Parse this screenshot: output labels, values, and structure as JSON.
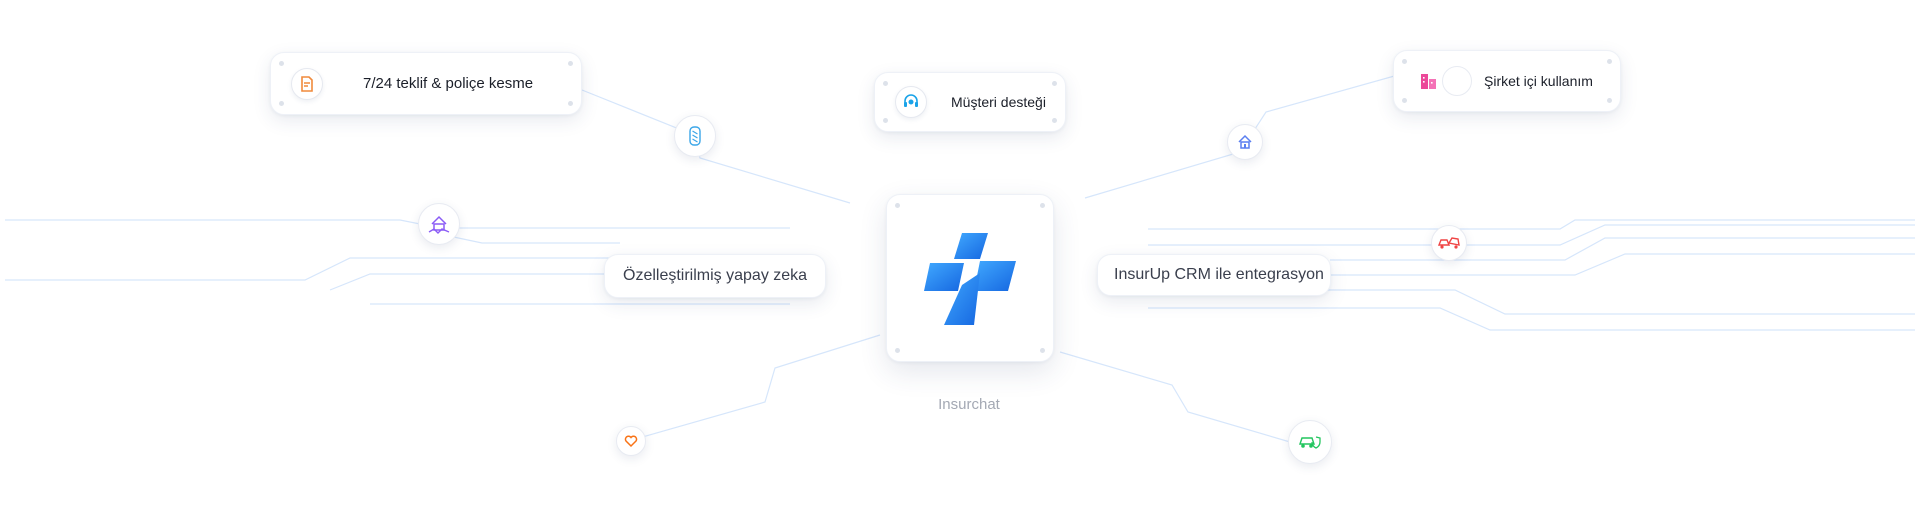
{
  "brand": {
    "name": "Insurchat",
    "accent": "#1d7df0"
  },
  "features": {
    "quote": "7/24 teklif & poliçe kesme",
    "support": "Müşteri desteği",
    "internal": "Şirket içi kullanım",
    "ai": "Özelleştirilmiş yapay zeka",
    "crm": "InsurUp CRM ile entegrasyon"
  },
  "icons": {
    "quote": {
      "name": "document-icon",
      "color": "#f08a3c"
    },
    "support": {
      "name": "headset-icon",
      "color": "#1aa3e8"
    },
    "internal": {
      "name": "buildings-icon",
      "color": "#ec4899"
    },
    "traffic": {
      "name": "traffic-light-icon",
      "color": "#3aa6e8"
    },
    "home": {
      "name": "house-icon",
      "color": "#5b7ff0"
    },
    "earthquake": {
      "name": "earthquake-house-icon",
      "color": "#8b5cf6"
    },
    "car_crash": {
      "name": "car-crash-icon",
      "color": "#ef4444"
    },
    "health": {
      "name": "heart-hand-icon",
      "color": "#f97316"
    },
    "car_shield": {
      "name": "car-shield-icon",
      "color": "#22c55e"
    }
  }
}
